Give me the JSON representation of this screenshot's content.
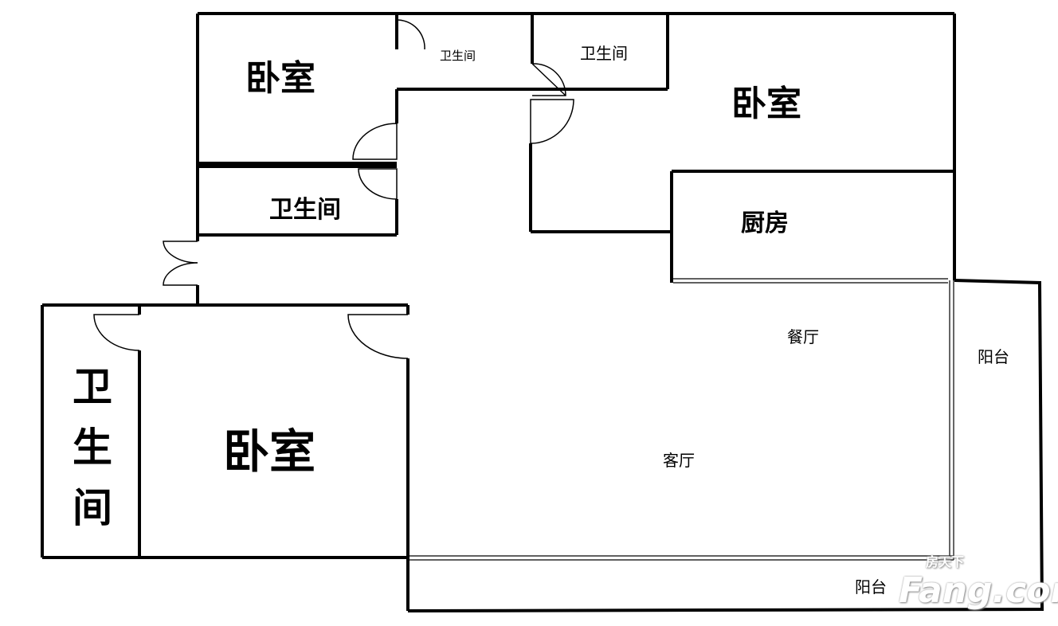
{
  "rooms": {
    "bedroom_top_left": "卧室",
    "bath_top_small": "卫生间",
    "bath_top_right": "卫生间",
    "bedroom_top_right": "卧室",
    "bath_mid_left": "卫生间",
    "kitchen": "厨房",
    "dining": "餐厅",
    "balcony_right": "阳台",
    "bath_bottom_left": "卫生间",
    "bedroom_bottom_left": "卧室",
    "living": "客厅",
    "balcony_bottom": "阳台"
  },
  "watermark": {
    "brand": "Fang.com",
    "chinese": "房天下"
  }
}
